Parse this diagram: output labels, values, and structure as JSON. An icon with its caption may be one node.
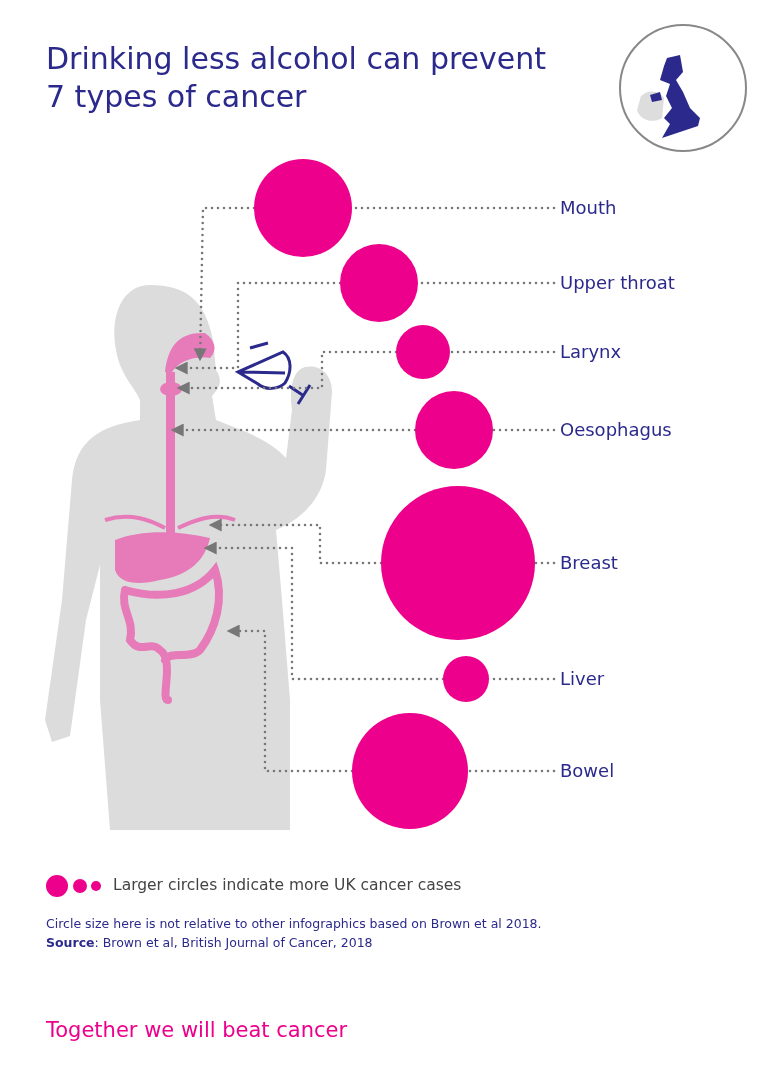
{
  "diagram": {
    "title": "Drinking less alcohol can prevent 7 types of cancer",
    "nodes": [
      {
        "text": [
          "Mouth"
        ]
      },
      {
        "text": [],
        "shape": "circle"
      },
      {
        "text": [
          "Upper throat"
        ]
      },
      {
        "text": [],
        "shape": "circle"
      },
      {
        "text": [
          "Larynx"
        ]
      },
      {
        "text": [],
        "shape": "circle"
      },
      {
        "text": [
          "Oesophagus"
        ]
      },
      {
        "text": [],
        "shape": "circle"
      },
      {
        "text": [
          "Breast"
        ]
      },
      {
        "text": [],
        "shape": "circle"
      },
      {
        "text": [
          "Liver"
        ]
      },
      {
        "text": [],
        "shape": "circle"
      },
      {
        "text": [
          "Bowel"
        ]
      },
      {
        "text": [],
        "shape": "circle"
      }
    ],
    "edges": [
      {
        "from": 0,
        "to": 1,
        "arrow": "none",
        "style": "dashed"
      },
      {
        "from": 1,
        "to": null,
        "arrow": "to",
        "style": "dashed"
      },
      {
        "from": 2,
        "to": 3,
        "arrow": "none",
        "style": "dashed"
      },
      {
        "from": 3,
        "to": null,
        "arrow": "to",
        "style": "dashed"
      },
      {
        "from": 4,
        "to": 5,
        "arrow": "none",
        "style": "dashed"
      },
      {
        "from": 5,
        "to": null,
        "arrow": "to",
        "style": "dashed"
      },
      {
        "from": 6,
        "to": 7,
        "arrow": "none",
        "style": "dashed"
      },
      {
        "from": 7,
        "to": null,
        "arrow": "to",
        "style": "dashed"
      },
      {
        "from": 8,
        "to": 9,
        "arrow": "none",
        "style": "dashed"
      },
      {
        "from": 9,
        "to": null,
        "arrow": "to",
        "style": "dashed"
      },
      {
        "from": 10,
        "to": 11,
        "arrow": "none",
        "style": "dashed"
      },
      {
        "from": 11,
        "to": null,
        "arrow": "to",
        "style": "dashed"
      },
      {
        "from": 12,
        "to": 13,
        "arrow": "none",
        "style": "dashed"
      },
      {
        "from": 13,
        "to": null,
        "arrow": "to",
        "style": "dashed"
      }
    ],
    "labels": [
      "Circle size here is not relative to other infographics based on Brown et al 2018.",
      "**Source**: Brown et al, British Journal of Cancer, 2018",
      "Together we will beat cancer"
    ],
    "legend": [
      {
        "text": "Larger circles indicate more UK cancer cases"
      }
    ]
  }
}
